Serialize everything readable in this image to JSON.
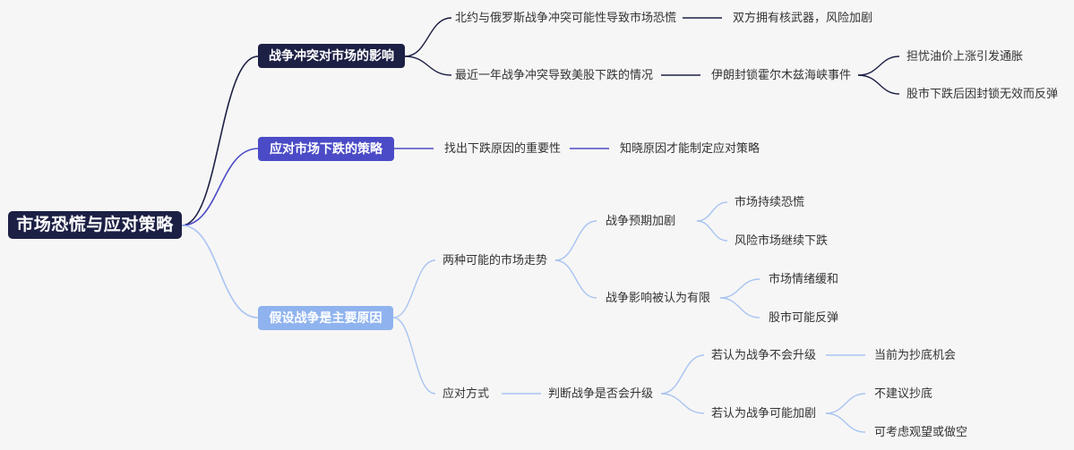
{
  "root": "市场恐慌与应对策略",
  "branches": {
    "impact": {
      "label": "战争冲突对市场的影响",
      "nato_russia": "北约与俄罗斯战争冲突可能性导致市场恐慌",
      "nuclear": "双方拥有核武器，风险加剧",
      "recent_year": "最近一年战争冲突导致美股下跌的情况",
      "iran_event": "伊朗封锁霍尔木兹海峡事件",
      "oil_worry": "担忧油价上涨引发通胀",
      "rebound": "股市下跌后因封锁无效而反弹"
    },
    "strategy": {
      "label": "应对市场下跌的策略",
      "find_cause": "找出下跌原因的重要性",
      "know_cause": "知晓原因才能制定应对策略"
    },
    "assume": {
      "label": "假设战争是主要原因",
      "two_trends": "两种可能的市场走势",
      "war_expected": "战争预期加剧",
      "panic_continue": "市场持续恐慌",
      "risk_down": "风险市场继续下跌",
      "war_limited": "战争影响被认为有限",
      "sentiment_ease": "市场情绪缓和",
      "stock_rebound": "股市可能反弹",
      "response": "应对方式",
      "judge": "判断战争是否会升级",
      "no_escalate": "若认为战争不会升级",
      "bottom_chance": "当前为抄底机会",
      "may_escalate": "若认为战争可能加剧",
      "no_bottom": "不建议抄底",
      "wait_short": "可考虑观望或做空"
    }
  },
  "colors": {
    "dark": "#1d2045",
    "mid": "#4b4bc7",
    "light": "#8fb3ee",
    "light_line": "#a9c4f2",
    "background": "#f6f6f6"
  }
}
